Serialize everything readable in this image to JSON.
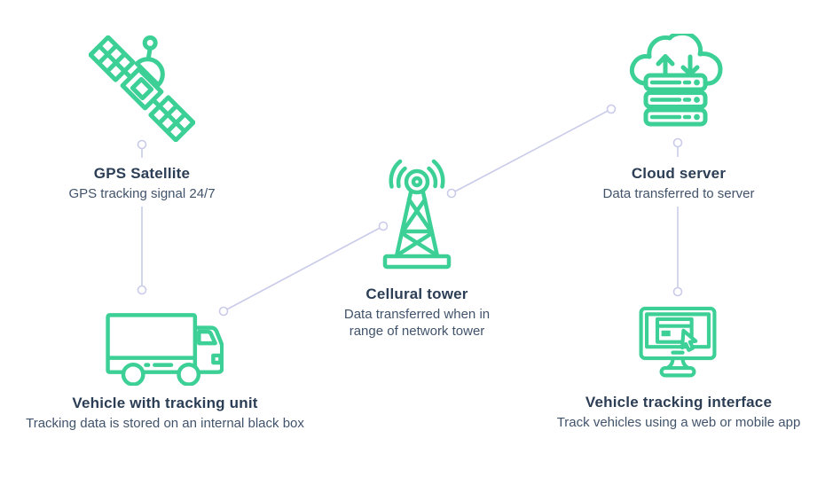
{
  "colors": {
    "accent": "#3CD096",
    "title": "#2C3E55",
    "subtitle": "#41536B",
    "connector": "#C9CBE9",
    "background": "#FFFFFF"
  },
  "nodes": {
    "satellite": {
      "title": "GPS Satellite",
      "subtitle": "GPS tracking signal 24/7",
      "icon": "satellite-icon"
    },
    "vehicle": {
      "title": "Vehicle with tracking unit",
      "subtitle": "Tracking data is stored on an internal black box",
      "icon": "truck-icon"
    },
    "tower": {
      "title": "Cellural tower",
      "subtitle": "Data transferred when in range of network tower",
      "icon": "cell-tower-icon"
    },
    "cloud": {
      "title": "Cloud server",
      "subtitle": "Data transferred to server",
      "icon": "cloud-server-icon"
    },
    "interface": {
      "title": "Vehicle tracking interface",
      "subtitle": "Track vehicles using a web or mobile app",
      "icon": "monitor-icon"
    }
  },
  "connections": [
    {
      "from": "satellite",
      "to": "vehicle"
    },
    {
      "from": "vehicle",
      "to": "tower"
    },
    {
      "from": "tower",
      "to": "cloud"
    },
    {
      "from": "cloud",
      "to": "interface"
    }
  ]
}
